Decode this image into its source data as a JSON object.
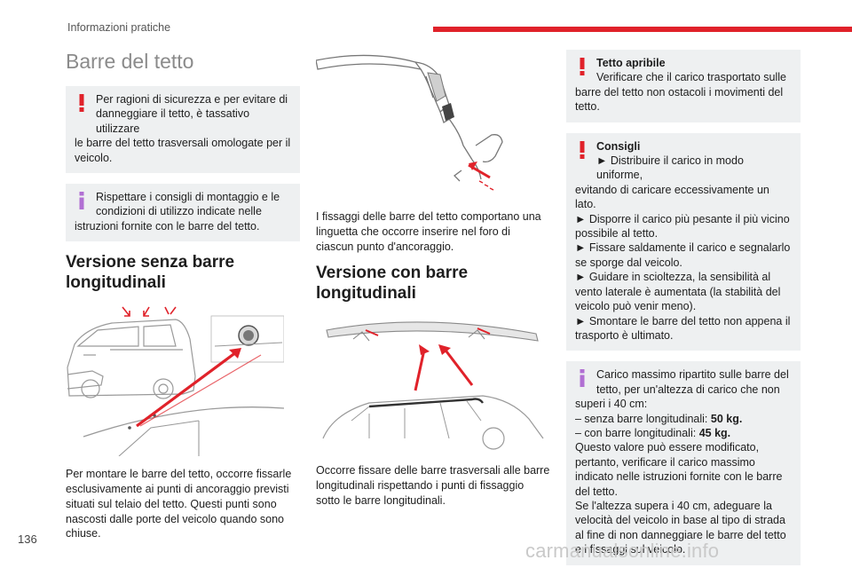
{
  "header": {
    "section": "Informazioni pratiche"
  },
  "page_number": "136",
  "watermark": "carmanualsonline.info",
  "colors": {
    "accent": "#e0222a",
    "info": "#b16fd3",
    "box": "#eef0f1",
    "title": "#8b8b8b"
  },
  "col1": {
    "title": "Barre del tetto",
    "warning": {
      "icon": "exclamation-icon",
      "line1": "Per ragioni di sicurezza e per evitare di",
      "line2": "danneggiare il tetto, è tassativo utilizzare",
      "rest": "le barre del tetto trasversali omologate per il veicolo."
    },
    "info": {
      "icon": "info-icon",
      "line1": "Rispettare i consigli di montaggio e le",
      "line2": "condizioni di utilizzo indicate nelle",
      "rest": "istruzioni fornite con le barre del tetto."
    },
    "heading": "Versione senza barre longitudinali",
    "paragraph": "Per montare le barre del tetto, occorre fissarle esclusivamente ai punti di ancoraggio previsti situati sul telaio del tetto. Questi punti sono nascosti dalle porte del veicolo quando sono chiuse."
  },
  "col2": {
    "paragraph1": "I fissaggi delle barre del tetto comportano una linguetta che occorre inserire nel foro di ciascun punto d'ancoraggio.",
    "heading": "Versione con barre longitudinali",
    "paragraph2": "Occorre fissare delle barre trasversali alle barre longitudinali rispettando i punti di fissaggio sotto le barre longitudinali."
  },
  "col3": {
    "roof": {
      "icon": "exclamation-icon",
      "title": "Tetto apribile",
      "line1": "Verificare che il carico trasportato sulle",
      "rest": "barre del tetto non ostacoli i movimenti del tetto."
    },
    "advice": {
      "icon": "exclamation-icon",
      "title": "Consigli",
      "line1": "► Distribuire il carico in modo uniforme,",
      "rest1": "evitando di caricare eccessivamente un lato.",
      "items": [
        "► Disporre il carico più pesante il più vicino possibile al tetto.",
        "► Fissare saldamente il carico e segnalarlo se sporge dal veicolo.",
        "► Guidare in scioltezza, la sensibilità al vento laterale è aumentata (la stabilità del veicolo può venir meno).",
        "► Smontare le barre del tetto non appena il trasporto è ultimato."
      ]
    },
    "load": {
      "icon": "info-icon",
      "line1": "Carico massimo ripartito sulle barre del",
      "line2": "tetto, per un'altezza di carico che non",
      "rest": "superi i 40 cm:",
      "item1_label": "–  senza barre longitudinali: ",
      "item1_value": "50 kg.",
      "item2_label": "–  con barre longitudinali: ",
      "item2_value": "45 kg.",
      "tail1": "Questo valore può essere modificato, pertanto, verificare il carico massimo indicato nelle istruzioni fornite con le barre del tetto.",
      "tail2": "Se l'altezza supera i 40 cm, adeguare la velocità del veicolo in base al tipo di strada al fine di non danneggiare le barre del tetto e i fissaggi sul veicolo."
    }
  }
}
